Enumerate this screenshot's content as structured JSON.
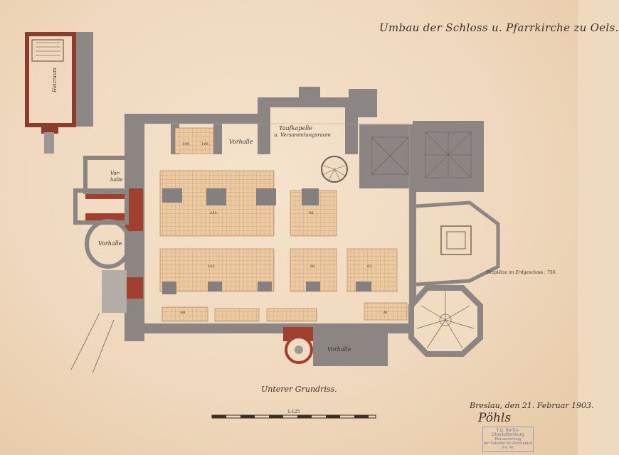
{
  "sheet": {
    "title": "Umbau der Schloss u. Pfarrkirche zu Oels.",
    "subtitle": "Unterer Grundriss.",
    "place_date": "Breslau, den 21. Februar 1903.",
    "signature": "Pöhls",
    "scale_label": "1:125",
    "note_right": "Sitzplätze im Erdgeschoss : 756."
  },
  "rooms": {
    "heizraum": "Heizraum",
    "vorhalle_north": "Vorhalle",
    "taufkapelle_1": "Taufkapelle",
    "taufkapelle_2": "u. Versammlungsraum",
    "vorhalle_west_top_1": "Vor-",
    "vorhalle_west_top_2": "halle",
    "vorhalle_west": "Vorhalle",
    "vorhalle_south": "Vorhalle"
  },
  "seat_counts": {
    "ne1": "140.",
    "ne2": "140.",
    "block_nw": "229.",
    "block_n": "64.",
    "block_sw": "163.",
    "block_s": "80.",
    "block_se": "92.",
    "row_s1": "68.",
    "row_s2": "36."
  },
  "stamp": {
    "line1": "T.U. Berlin-Charlottenburg",
    "line2": "Plansammlung",
    "line3": "der Fakultät für Architektur",
    "line4": "Inv. Nr."
  },
  "colors": {
    "paper": "#efd9bf",
    "wall_grey": "#8b8684",
    "wall_red": "#a2402f",
    "pew": "#e8c39a",
    "ink": "#3a2e28"
  }
}
